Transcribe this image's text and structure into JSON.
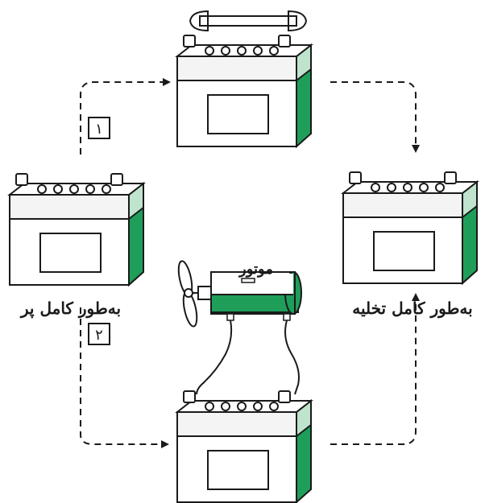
{
  "labels": {
    "fully_charged": "به‌طور کامل پر",
    "fully_discharged": "به‌طور کامل تخلیه",
    "motor": "موتور"
  },
  "steps": {
    "step1": "۱",
    "step2": "۲"
  },
  "colors": {
    "accent": "#1f9e5a",
    "line": "#1a1a1a"
  },
  "icons": [
    "battery-icon",
    "wrench-icon",
    "motor-icon",
    "fan-icon",
    "arrow-icon"
  ]
}
